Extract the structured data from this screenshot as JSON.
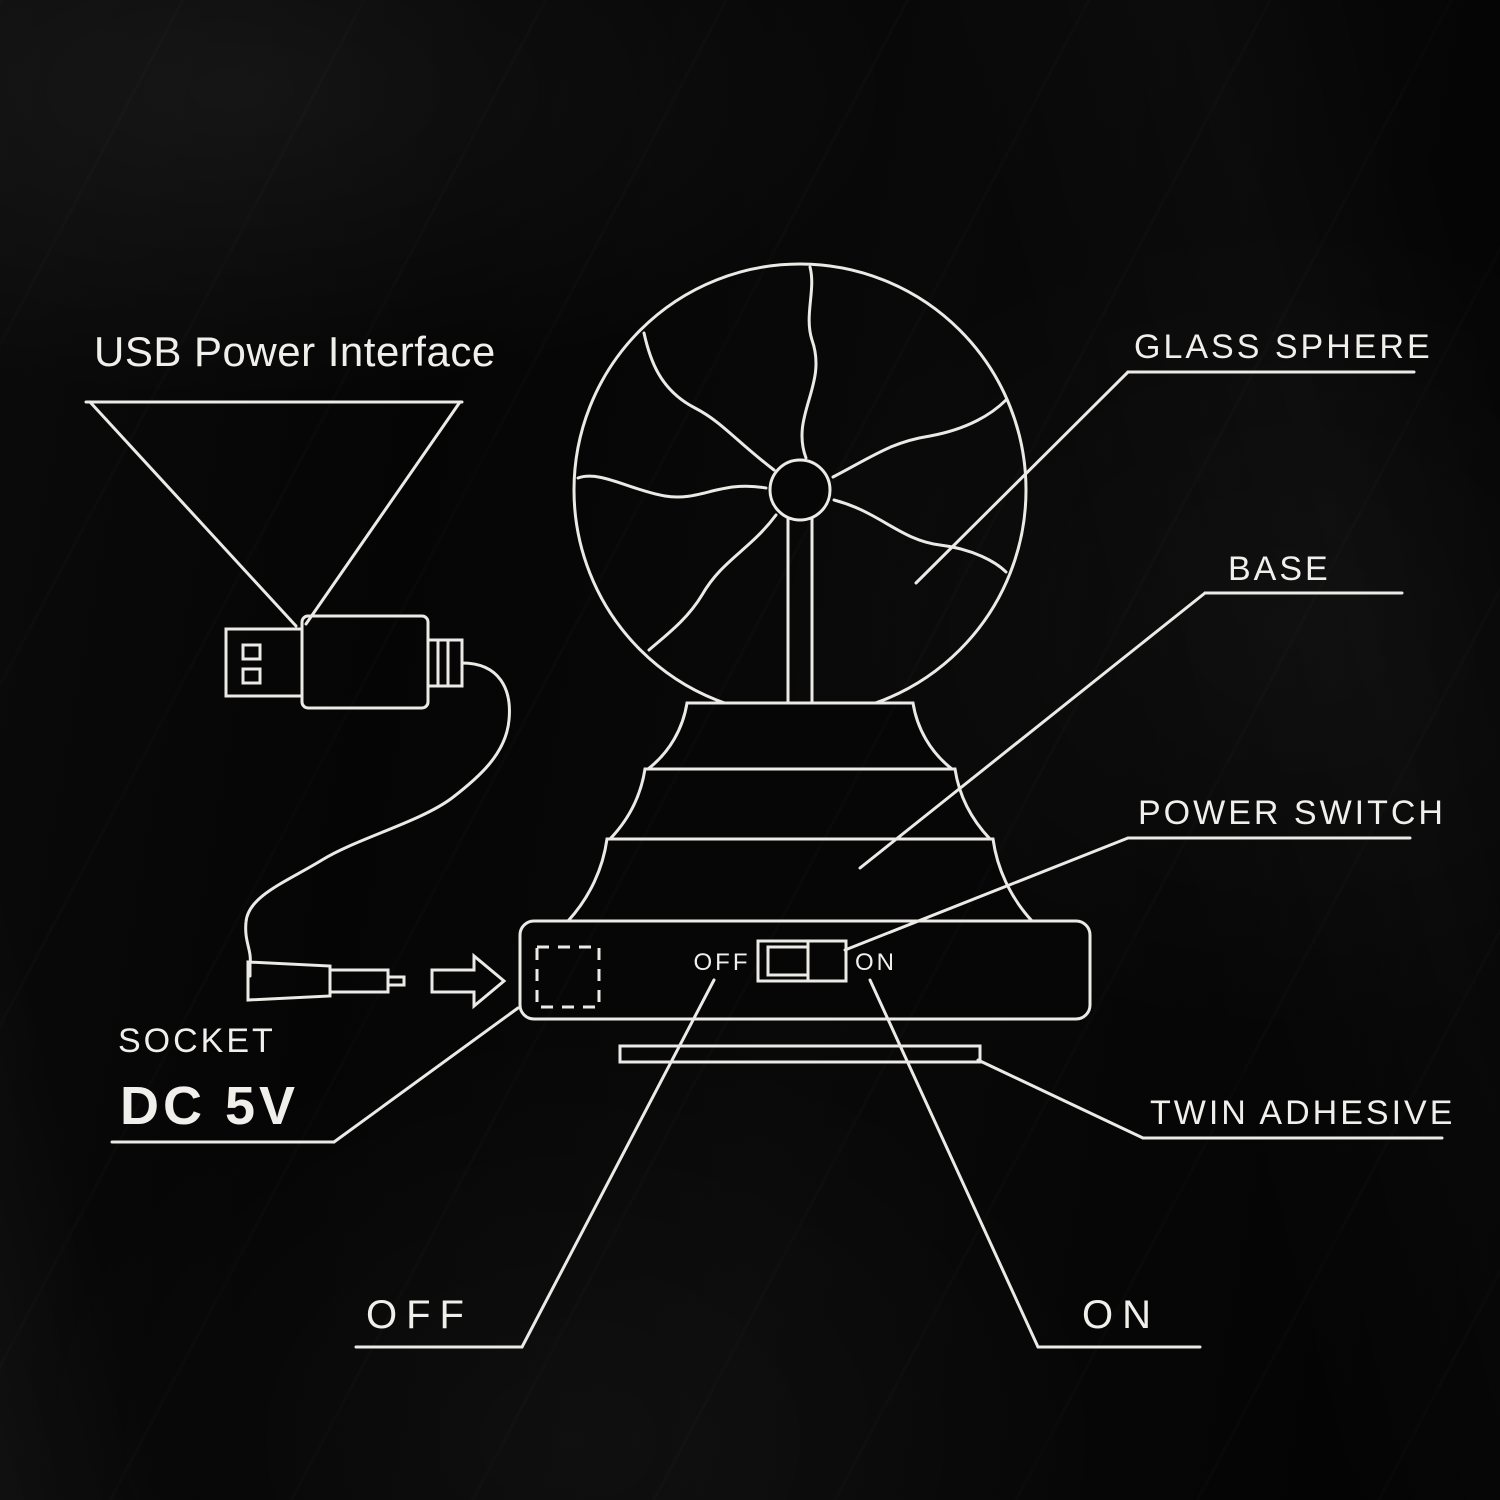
{
  "diagram": {
    "description": "Plasma ball lamp parts diagram printed in white line art on glossy black packaging",
    "colors": {
      "background": "#060606",
      "line": "#eceae6",
      "text": "#f0efec"
    },
    "labels": {
      "usb_power_interface": "USB Power Interface",
      "glass_sphere": "GLASS SPHERE",
      "base": "BASE",
      "power_switch": "POWER SWITCH",
      "socket": "SOCKET",
      "socket_voltage": "DC 5V",
      "twin_adhesive": "TWIN ADHESIVE",
      "off_callout": "OFF",
      "on_callout": "ON"
    },
    "switch": {
      "off": "OFF",
      "on": "ON"
    }
  }
}
